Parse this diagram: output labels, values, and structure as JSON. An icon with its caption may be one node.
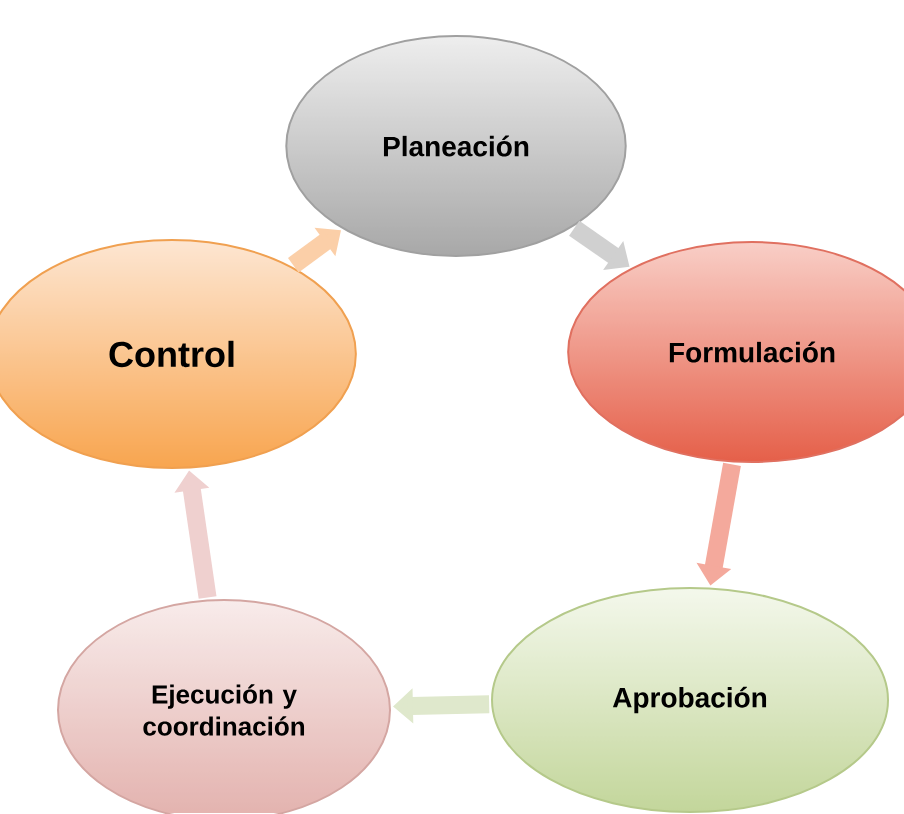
{
  "diagram": {
    "nodes": [
      {
        "text": [
          "Planeación"
        ]
      },
      {
        "text": [
          "Formulación"
        ]
      },
      {
        "text": [
          "Aprobación"
        ]
      },
      {
        "text": [
          "Ejecución y coordinación"
        ]
      },
      {
        "text": [
          "Control"
        ]
      }
    ],
    "edges": [
      {
        "from": 0,
        "to": 1,
        "arrow": "to",
        "color": "#d0d0d0"
      },
      {
        "from": 1,
        "to": 2,
        "arrow": "to",
        "color": "#f4a99c"
      },
      {
        "from": 2,
        "to": 3,
        "arrow": "to",
        "color": "#dfe8cc"
      },
      {
        "from": 3,
        "to": 4,
        "arrow": "to",
        "color": "#efd0cf"
      },
      {
        "from": 4,
        "to": 0,
        "arrow": "to",
        "color": "#fbcfa8"
      }
    ]
  }
}
